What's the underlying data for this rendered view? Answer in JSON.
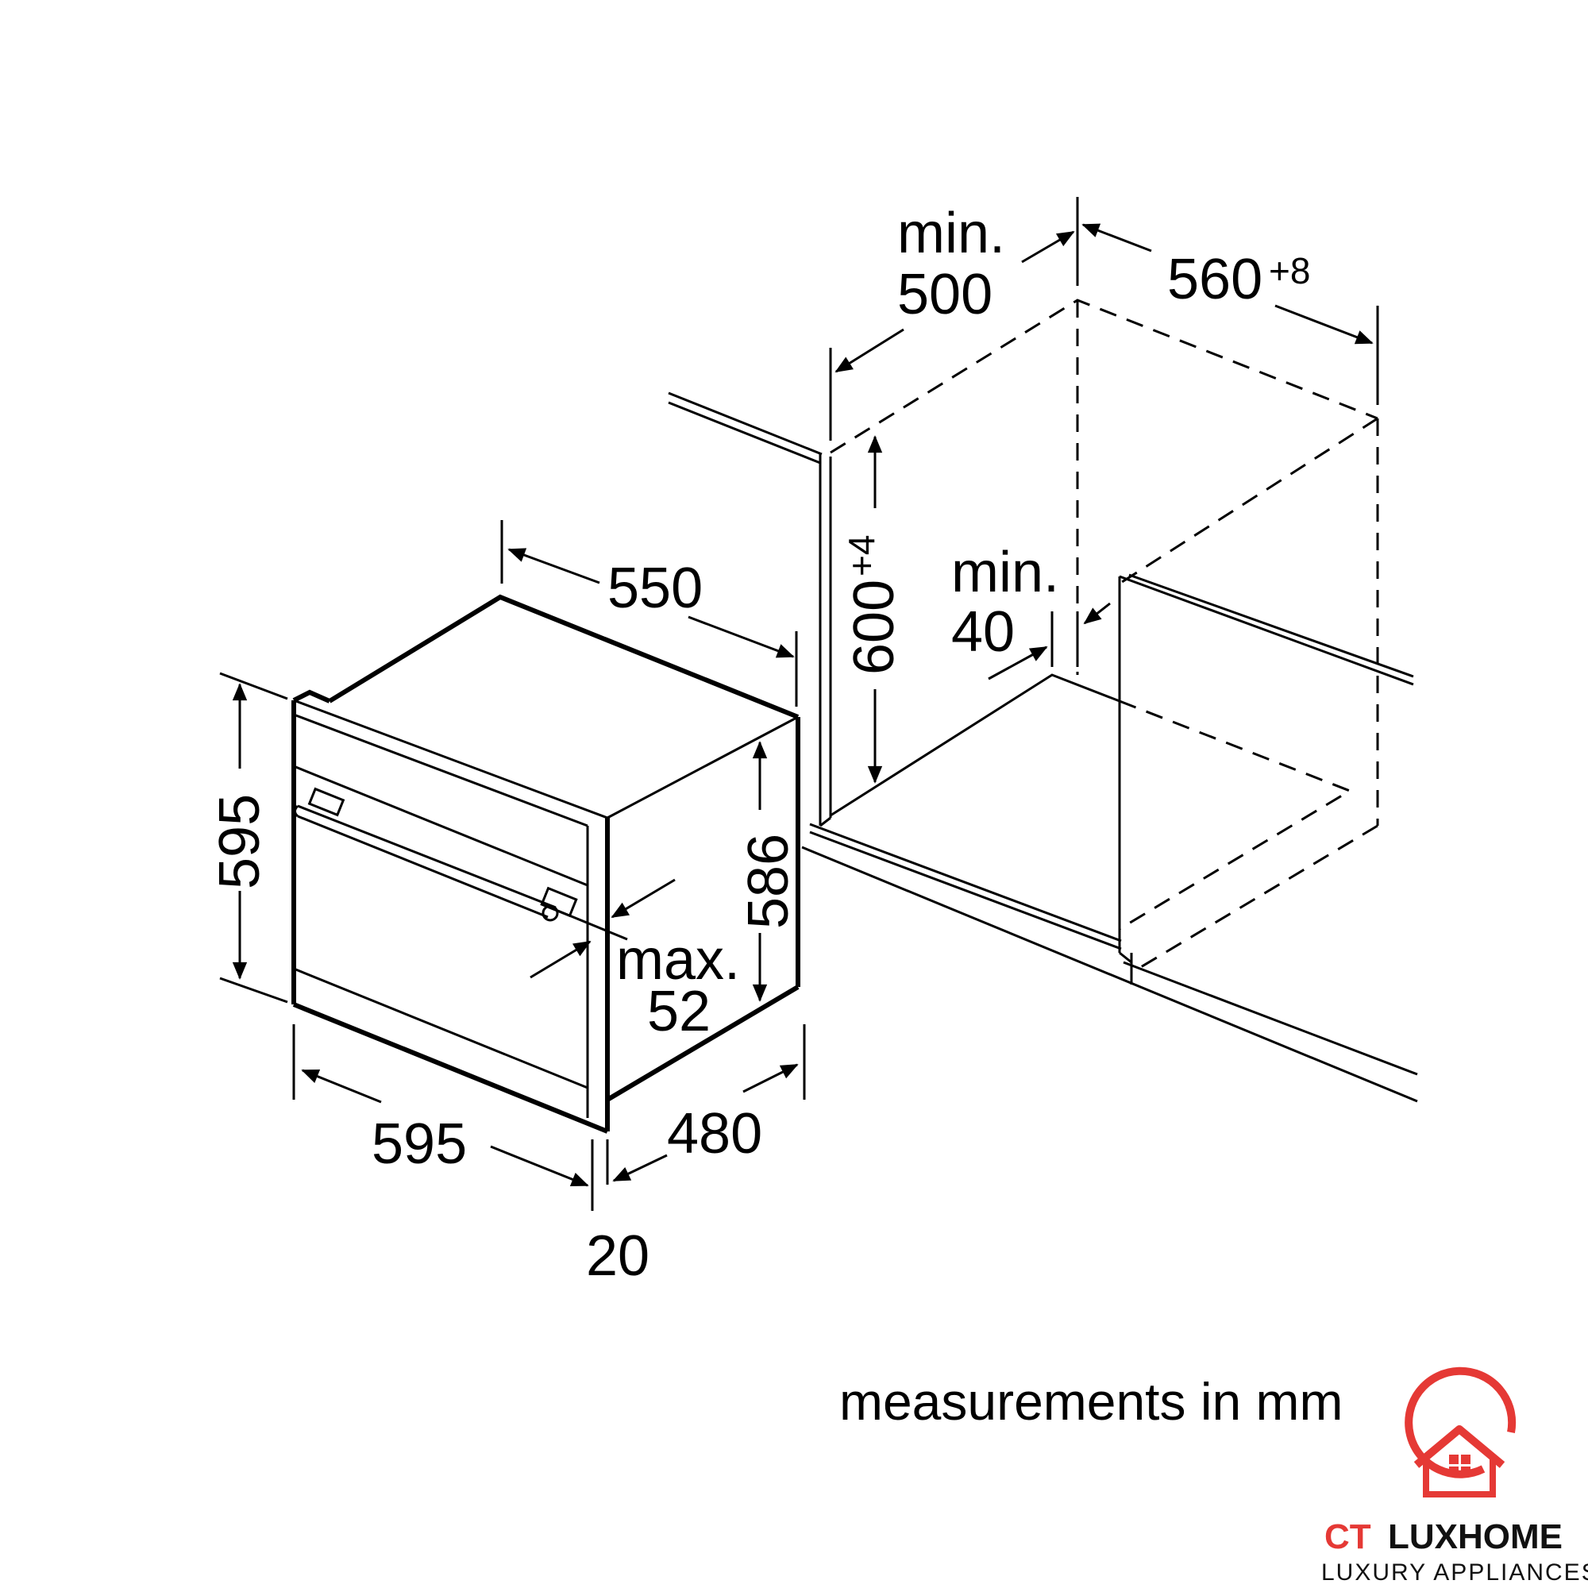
{
  "dimensions": {
    "cabinet_depth_min": {
      "prefix": "min.",
      "value": "500"
    },
    "cabinet_width": {
      "value": "560",
      "tolerance": "+8"
    },
    "cabinet_height": {
      "value": "600",
      "tolerance": "+4"
    },
    "rear_gap_min": {
      "prefix": "min.",
      "value": "40"
    },
    "oven_depth": "550",
    "oven_height": "595",
    "oven_body_height": "586",
    "handle_depth": {
      "prefix": "max.",
      "value": "52"
    },
    "oven_width": "595",
    "oven_body_depth": "480",
    "front_thickness": "20"
  },
  "note": "measurements in mm",
  "logo": {
    "brand_a": "CT",
    "brand_b": "LUXHOME",
    "tagline": "LUXURY APPLIANCES",
    "colors": {
      "red": "#e53935",
      "dark": "#111111"
    }
  }
}
